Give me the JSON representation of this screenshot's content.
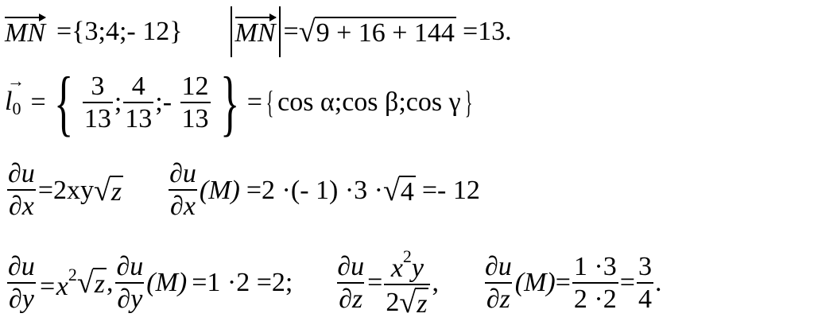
{
  "line1": {
    "mn": "MN",
    "eq1": "={3;4;- 12}",
    "eq2": "=",
    "sqrt_content": "9 + 16 + 144",
    "eq3": "=13."
  },
  "line2": {
    "l": "l",
    "l_sub": "0",
    "eq": "=",
    "f1_num": "3",
    "f1_den": "13",
    "sep1": ";",
    "f2_num": "4",
    "f2_den": "13",
    "sep2": ";- ",
    "f3_num": "12",
    "f3_den": "13",
    "eq2": "=",
    "cos_part": "cos α;cos β;cos γ"
  },
  "line3": {
    "du": "∂u",
    "dx": "∂x",
    "rhs1": "=2xy",
    "sqrt1": "z",
    "du2": "∂u",
    "dx2": "∂x",
    "m": "(M)",
    "rhs2": "=2 ·(- 1) ·3 ·",
    "sqrt2": "4",
    "rhs3": "=- 12"
  },
  "line4": {
    "du": "∂u",
    "dy": "∂y",
    "eq": "=x",
    "sup": "2",
    "sqrt1": "z",
    "comma": ",",
    "du2": "∂u",
    "dy2": "∂y",
    "m": "(M)",
    "rhs1": "=1 ·2 =2;",
    "du3": "∂u",
    "dz": "∂z",
    "eq2": "=",
    "num1": "x",
    "num1_sup": "2",
    "num1_y": "y",
    "den1_pre": "2",
    "den1_sqrt": "z",
    "comma2": ",",
    "du4": "∂u",
    "dz2": "∂z",
    "m2": "(M)",
    "eq3": "=",
    "frac2_num": "1 ·3",
    "frac2_den": "2 ·2",
    "eq4": "=",
    "frac3_num": "3",
    "frac3_den": "4",
    "end": "."
  }
}
